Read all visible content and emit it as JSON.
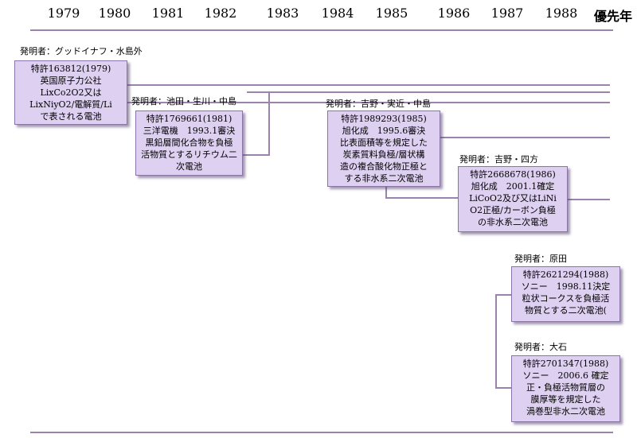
{
  "timeline": {
    "years": [
      "1979",
      "1980",
      "1981",
      "1982",
      "1983",
      "1984",
      "1985",
      "1986",
      "1987",
      "1988"
    ],
    "priority_label": "優先年"
  },
  "patents": [
    {
      "inventor": "発明者：グッドイナフ・水島外",
      "lines": [
        "特許163812(1979)",
        "英国原子力公社",
        "LixCo2O2又は",
        "LixNiyO2/電解質/Li",
        "で表される電池"
      ]
    },
    {
      "inventor": "発明者：池田・生川・中島",
      "lines": [
        "特許1769661(1981)",
        "三洋電機　1993.1審決",
        "黒鉛層間化合物を負極",
        "活物質とするリチウム二",
        "次電池"
      ]
    },
    {
      "inventor": "発明者：吉野・実近・中島",
      "lines": [
        "特許1989293(1985)",
        "旭化成　1995.6審決",
        "比表面積等を規定した",
        "炭素質料負極/層状構",
        "造の複合酸化物正極と",
        "する非水系二次電池"
      ]
    },
    {
      "inventor": "発明者：吉野・四方",
      "lines": [
        "特許2668678(1986)",
        "旭化成　2001.1確定",
        "LiCoO2及び又はLiNi",
        "O2正極/カーボン負極",
        "の非水系二次電池"
      ]
    },
    {
      "inventor": "発明者：原田",
      "lines": [
        "特許2621294(1988)",
        "ソニー　1998.11決定",
        "粒状コークスを負極活",
        "物質とする二次電池("
      ]
    },
    {
      "inventor": "発明者：大石",
      "lines": [
        "特許2701347(1988)",
        "ソニー　2006.6 確定",
        "正・負極活物質層の",
        "膜厚等を規定した",
        "渦巻型非水二次電池"
      ]
    }
  ]
}
